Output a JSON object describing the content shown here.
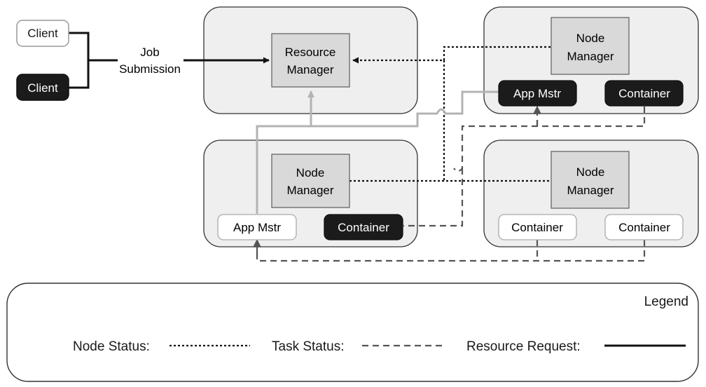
{
  "clients": [
    {
      "label": "Client",
      "style": "light"
    },
    {
      "label": "Client",
      "style": "dark"
    }
  ],
  "job_submission": [
    "Job",
    "Submission"
  ],
  "resource_manager": [
    "Resource",
    "Manager"
  ],
  "nodes": {
    "top_right": {
      "manager": [
        "Node",
        "Manager"
      ],
      "app_master": "App Mstr",
      "container": "Container"
    },
    "middle": {
      "manager": [
        "Node",
        "Manager"
      ],
      "app_master": "App Mstr",
      "container": "Container"
    },
    "bottom_right": {
      "manager": [
        "Node",
        "Manager"
      ],
      "container_a": "Container",
      "container_b": "Container"
    }
  },
  "legend": {
    "title": "Legend",
    "node_status": "Node Status:",
    "task_status": "Task Status:",
    "resource_request": "Resource Request:"
  },
  "colors": {
    "panel_fill": "#efefef",
    "manager_fill": "#d9d9d9",
    "dark_fill": "#1b1b1b",
    "line_black": "#111111",
    "line_gray": "#b3b3b3",
    "line_dash": "#555555"
  }
}
